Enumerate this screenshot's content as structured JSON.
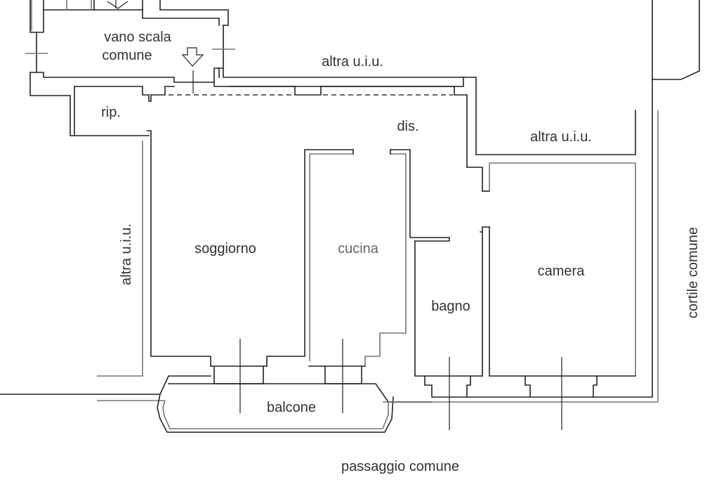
{
  "plan": {
    "rooms": {
      "vano_scala_line1": "vano scala",
      "vano_scala_line2": "comune",
      "ripostiglio": "rip.",
      "disimpegno": "dis.",
      "soggiorno": "soggiorno",
      "cucina": "cucina",
      "bagno": "bagno",
      "camera": "camera",
      "balcone": "balcone"
    },
    "surroundings": {
      "altra_uiu_top": "altra u.i.u.",
      "altra_uiu_right": "altra u.i.u.",
      "altra_uiu_left": "altra u.i.u.",
      "cortile_comune": "cortile comune",
      "passaggio_comune": "passaggio comune"
    },
    "icons": [
      "entrance-arrow-icon",
      "stair-arrow-icon"
    ],
    "colors": {
      "wall": "#222222",
      "text": "#333333"
    }
  }
}
